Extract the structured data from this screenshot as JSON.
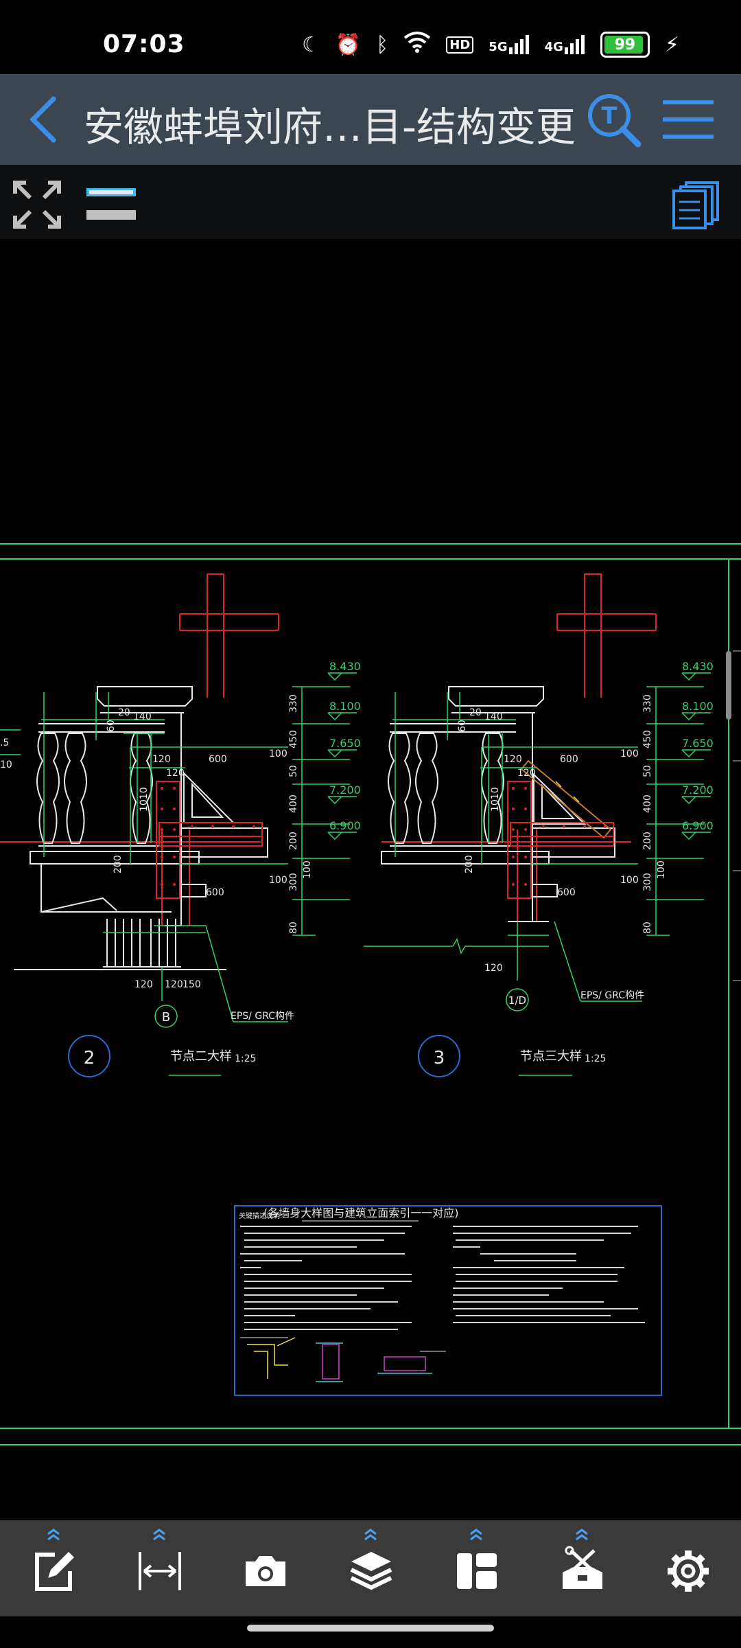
{
  "status": {
    "time": "07:03",
    "battery": "99",
    "icons": [
      "moon-icon",
      "alarm-icon",
      "bluetooth-icon",
      "wifi-icon",
      "hd-icon",
      "signal-5g-icon",
      "signal-4g-icon",
      "battery-icon",
      "charging-icon"
    ],
    "hd_label": "HD",
    "net1": "5G",
    "net2": "4G"
  },
  "header": {
    "title": "安徽蚌埠刘府…目-结构变更",
    "search_icon_letter": "T"
  },
  "drawing": {
    "elev_labels": [
      "8.430",
      "8.100",
      "7.650",
      "7.200",
      "6.900"
    ],
    "dims_vertical": [
      "330",
      "450",
      "50",
      "400",
      "200",
      "100",
      "300",
      "80"
    ],
    "dims_left": [
      "1010",
      "200"
    ],
    "dims_top": [
      "140",
      "20",
      "60",
      "120",
      "120",
      "600",
      "100",
      "100",
      "600"
    ],
    "dims_bottom_left": [
      "120",
      "120",
      "150"
    ],
    "dims_bottom_right": [
      "120"
    ],
    "material_label": "EPS/ GRC构件",
    "left_side_labels": [
      ".5",
      "10"
    ],
    "detail2": {
      "number": "2",
      "axis": "B",
      "title": "节点二大样",
      "scale": "1:25"
    },
    "detail3": {
      "number": "3",
      "axis": "1/D",
      "title": "节点三大样",
      "scale": "1:25"
    },
    "notes_title": "(各墙身大样图与建筑立面索引一一对应)",
    "notes_header": "关键描述说明:"
  },
  "bottom_tools": [
    {
      "name": "edit-tool",
      "icon": "edit-icon"
    },
    {
      "name": "measure-tool",
      "icon": "measure-icon"
    },
    {
      "name": "camera-tool",
      "icon": "camera-icon"
    },
    {
      "name": "layers-tool",
      "icon": "layers-icon"
    },
    {
      "name": "layout-tool",
      "icon": "layout-icon"
    },
    {
      "name": "tools-tool",
      "icon": "toolbox-icon"
    },
    {
      "name": "settings-tool",
      "icon": "gear-icon"
    }
  ],
  "colors": {
    "accent_blue": "#3a8ee8",
    "cad_green": "#2ed36a",
    "cad_red": "#e02424",
    "cad_white": "#e8e8e8",
    "cad_cyan": "#3fd1d1",
    "cad_yellow": "#f0e040"
  }
}
